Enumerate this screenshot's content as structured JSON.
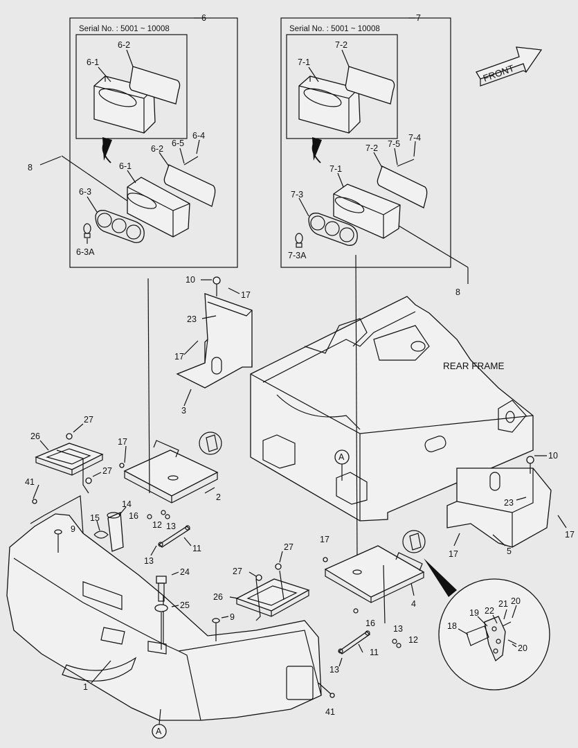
{
  "serial_box_left": {
    "box_number": "6",
    "serial": "Serial No. : 5001 ~ 10008"
  },
  "serial_box_right": {
    "box_number": "7",
    "serial": "Serial No. : 5001 ~ 10008"
  },
  "front_arrow_text": "FRONT",
  "rear_frame_text": "REAR FRAME",
  "section_marker": "A",
  "part_labels": {
    "p6_2_top": "6-2",
    "p6_1_top": "6-1",
    "p6_4": "6-4",
    "p6_5": "6-5",
    "p6_2": "6-2",
    "p6_1": "6-1",
    "p6_3": "6-3",
    "p6_3a": "6-3A",
    "p8_left": "8",
    "p7_2_top": "7-2",
    "p7_1_top": "7-1",
    "p7_4": "7-4",
    "p7_5": "7-5",
    "p7_2": "7-2",
    "p7_1": "7-1",
    "p7_3": "7-3",
    "p7_3a": "7-3A",
    "p8_right": "8",
    "p10_top": "10",
    "p17_a": "17",
    "p23_top": "23",
    "p17_b": "17",
    "p3": "3",
    "p27_a": "27",
    "p26_a": "26",
    "p27_b": "27",
    "p41_a": "41",
    "p17_c": "17",
    "p2": "2",
    "p14": "14",
    "p15": "15",
    "p9_a": "9",
    "p16_a": "16",
    "p12_a": "12",
    "p13_a": "13",
    "p13_b": "13",
    "p11_a": "11",
    "p24": "24",
    "p25": "25",
    "p27_c": "27",
    "p27_d": "27",
    "p26_b": "26",
    "p9_b": "9",
    "p1": "1",
    "p17_d": "17",
    "p4": "4",
    "p16_b": "16",
    "p13_c": "13",
    "p12_b": "12",
    "p11_b": "11",
    "p13_d": "13",
    "p41_b": "41",
    "p10_right": "10",
    "p23_right": "23",
    "p17_e": "17",
    "p17_f": "17",
    "p5": "5",
    "p19": "19",
    "p22": "22",
    "p21": "21",
    "p20_a": "20",
    "p18": "18",
    "p20_b": "20"
  }
}
